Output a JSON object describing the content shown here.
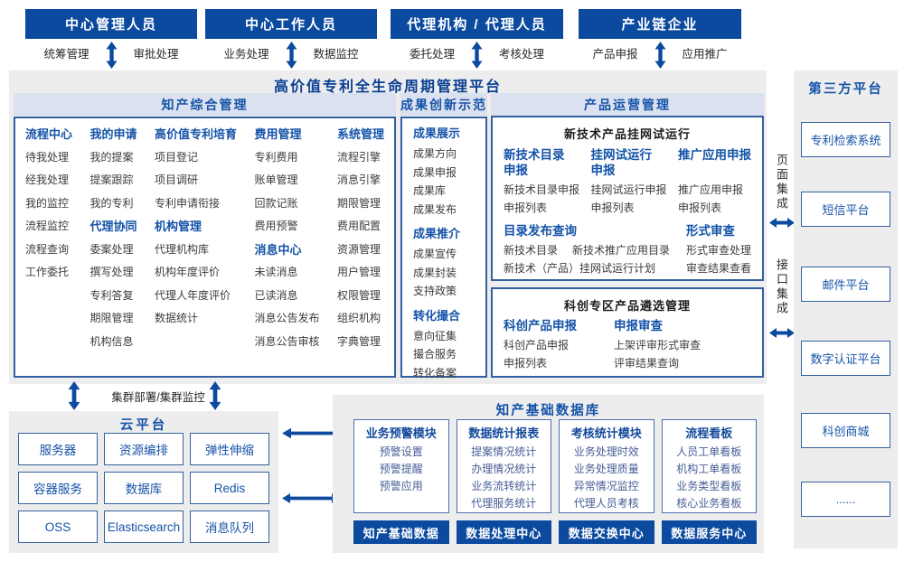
{
  "colors": {
    "primary_blue": "#0b4a9f",
    "link_blue": "#1553a8",
    "band_bg": "#dbe1ef",
    "panel_bg": "#ededee",
    "box_border": "#33619f",
    "item_text": "#3c3c3c",
    "white": "#ffffff"
  },
  "icons": {
    "vertical_double_arrow": "↕",
    "horizontal_double_arrow": "↔",
    "left_arrow": "←"
  },
  "top": {
    "groups": [
      {
        "title": "中心管理人员",
        "left": "统筹管理",
        "right": "审批处理"
      },
      {
        "title": "中心工作人员",
        "left": "业务处理",
        "right": "数据监控"
      },
      {
        "title": "代理机构 / 代理人员",
        "left": "委托处理",
        "right": "考核处理"
      },
      {
        "title": "产业链企业",
        "left": "产品申报",
        "right": "应用推广"
      }
    ]
  },
  "main": {
    "title": "高价值专利全生命周期管理平台",
    "ip": {
      "title": "知产综合管理",
      "groups": {
        "process": {
          "header": "流程中心",
          "items": [
            "待我处理",
            "经我处理",
            "我的监控",
            "流程监控",
            "流程查询",
            "工作委托"
          ]
        },
        "myapply": {
          "header": "我的申请",
          "items": [
            "我的提案",
            "提案跟踪",
            "我的专利"
          ]
        },
        "agency": {
          "header": "代理协同",
          "items": [
            "委案处理",
            "撰写处理",
            "专利答复",
            "期限管理",
            "机构信息"
          ]
        },
        "cultivate": {
          "header": "高价值专利培育",
          "items": [
            "项目登记",
            "项目调研",
            "专利申请衔接"
          ]
        },
        "org": {
          "header": "机构管理",
          "items": [
            "代理机构库",
            "机构年度评价",
            "代理人年度评价",
            "数据统计"
          ]
        },
        "fee": {
          "header": "费用管理",
          "items": [
            "专利费用",
            "账单管理",
            "回款记账",
            "费用预警"
          ]
        },
        "message": {
          "header": "消息中心",
          "items": [
            "未读消息",
            "已读消息",
            "消息公告发布",
            "消息公告审核"
          ]
        },
        "system": {
          "header": "系统管理",
          "items": [
            "流程引擎",
            "消息引擎",
            "期限管理",
            "费用配置",
            "资源管理",
            "用户管理",
            "权限管理",
            "组织机构",
            "字典管理"
          ]
        }
      }
    },
    "ach": {
      "title": "成果创新示范",
      "groups": {
        "display": {
          "header": "成果展示",
          "items": [
            "成果方向",
            "成果申报",
            "成果库",
            "成果发布"
          ]
        },
        "promote": {
          "header": "成果推介",
          "items": [
            "成果宣传",
            "成果封装",
            "支持政策"
          ]
        },
        "match": {
          "header": "转化撮合",
          "items": [
            "意向征集",
            "撮合服务",
            "转化备案"
          ]
        }
      }
    },
    "product": {
      "title": "产品运营管理",
      "box1": {
        "title": "新技术产品挂网试运行",
        "cols": [
          {
            "header": "新技术目录申报",
            "items": [
              "新技术目录申报",
              "申报列表"
            ]
          },
          {
            "header": "挂网试运行申报",
            "items": [
              "挂网试运行申报",
              "申报列表"
            ]
          },
          {
            "header": "推广应用申报",
            "items": [
              "推广应用申报",
              "申报列表"
            ]
          }
        ],
        "catalog": {
          "header": "目录发布查询",
          "row1": [
            "新技术目录",
            "新技术推广应用目录"
          ],
          "row2": "新技术（产品）挂网试运行计划"
        },
        "review": {
          "header": "形式审查",
          "items": [
            "形式审查处理",
            "审查结果查看"
          ]
        }
      },
      "box2": {
        "title": "科创专区产品遴选管理",
        "cols": [
          {
            "header": "科创产品申报",
            "items": [
              "科创产品申报",
              "申报列表"
            ]
          },
          {
            "header": "申报审查",
            "items": [
              "上架评审形式审查",
              "评审结果查询"
            ]
          }
        ]
      }
    }
  },
  "integration": {
    "page": "页面集成",
    "api": "接口集成"
  },
  "third_party": {
    "title": "第三方平台",
    "items": [
      "专利检索系统",
      "短信平台",
      "邮件平台",
      "数字认证平台",
      "科创商城",
      "......"
    ]
  },
  "cluster": {
    "label": "集群部署/集群监控"
  },
  "cloud": {
    "title": "云平台",
    "boxes": [
      "服务器",
      "资源编排",
      "弹性伸缩",
      "容器服务",
      "数据库",
      "Redis",
      "OSS",
      "Elasticsearch",
      "消息队列"
    ]
  },
  "db": {
    "title": "知产基础数据库",
    "modules": [
      {
        "header": "业务预警模块",
        "items": [
          "预警设置",
          "预警提醒",
          "预警应用"
        ]
      },
      {
        "header": "数据统计报表",
        "items": [
          "提案情况统计",
          "办理情况统计",
          "业务流转统计",
          "代理服务统计"
        ]
      },
      {
        "header": "考核统计模块",
        "items": [
          "业务处理时效",
          "业务处理质量",
          "异常情况监控",
          "代理人员考核"
        ]
      },
      {
        "header": "流程看板",
        "items": [
          "人员工单看板",
          "机构工单看板",
          "业务类型看板",
          "核心业务看板"
        ]
      }
    ],
    "buttons": [
      "知产基础数据",
      "数据处理中心",
      "数据交换中心",
      "数据服务中心"
    ]
  }
}
